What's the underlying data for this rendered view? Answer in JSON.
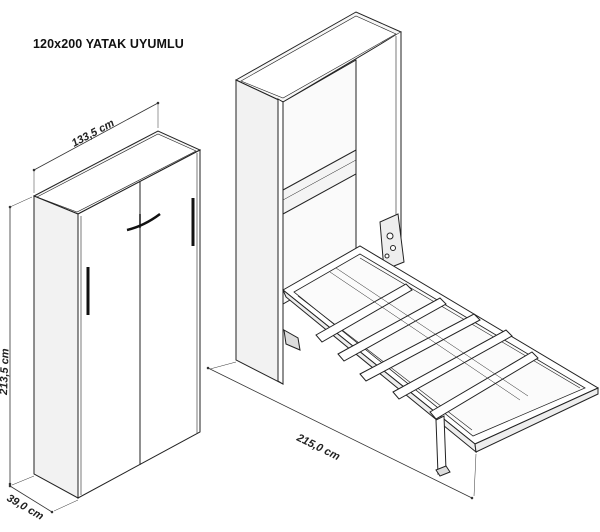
{
  "title": "120x200 YATAK UYUMLU",
  "dimensions": {
    "width": "133,5 cm",
    "height": "213,5 cm",
    "depth": "39,0 cm",
    "open_length": "215,0 cm"
  },
  "colors": {
    "line": "#222222",
    "panel": "#ffffff",
    "handle": "#111111",
    "shadow": "#e6e6e6"
  }
}
